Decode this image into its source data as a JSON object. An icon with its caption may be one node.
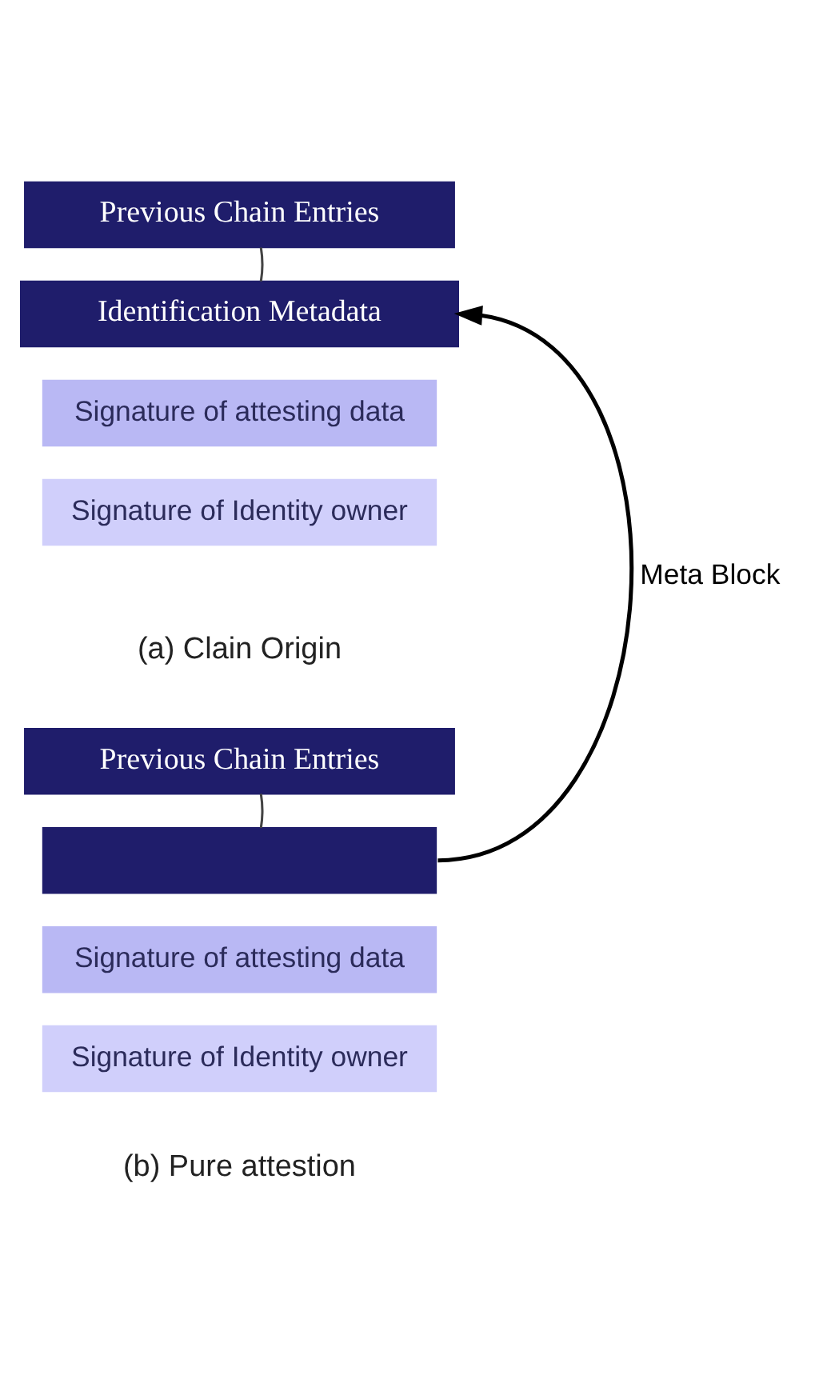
{
  "diagram": {
    "nodes": [
      {
        "text": [
          "Previous Chain Entries"
        ]
      },
      {
        "text": [
          "Identification Metadata"
        ]
      },
      {
        "text": [
          "Signature of attesting data"
        ]
      },
      {
        "text": [
          "Signature of Identity owner"
        ]
      },
      {
        "text": [
          "Previous Chain Entries"
        ]
      },
      {
        "text": [],
        "shape": "box"
      },
      {
        "text": [
          "Signature of attesting data"
        ]
      },
      {
        "text": [
          "Signature of Identity owner"
        ]
      }
    ],
    "edges": [
      {
        "from": 0,
        "to": 1,
        "arrow": "none"
      },
      {
        "from": 4,
        "to": 5,
        "arrow": "none"
      },
      {
        "from": 5,
        "to": 1,
        "arrow": "to",
        "label": "Meta Block"
      }
    ],
    "labels": [
      "(a) Clain Origin",
      "(b) Pure attestion"
    ]
  }
}
